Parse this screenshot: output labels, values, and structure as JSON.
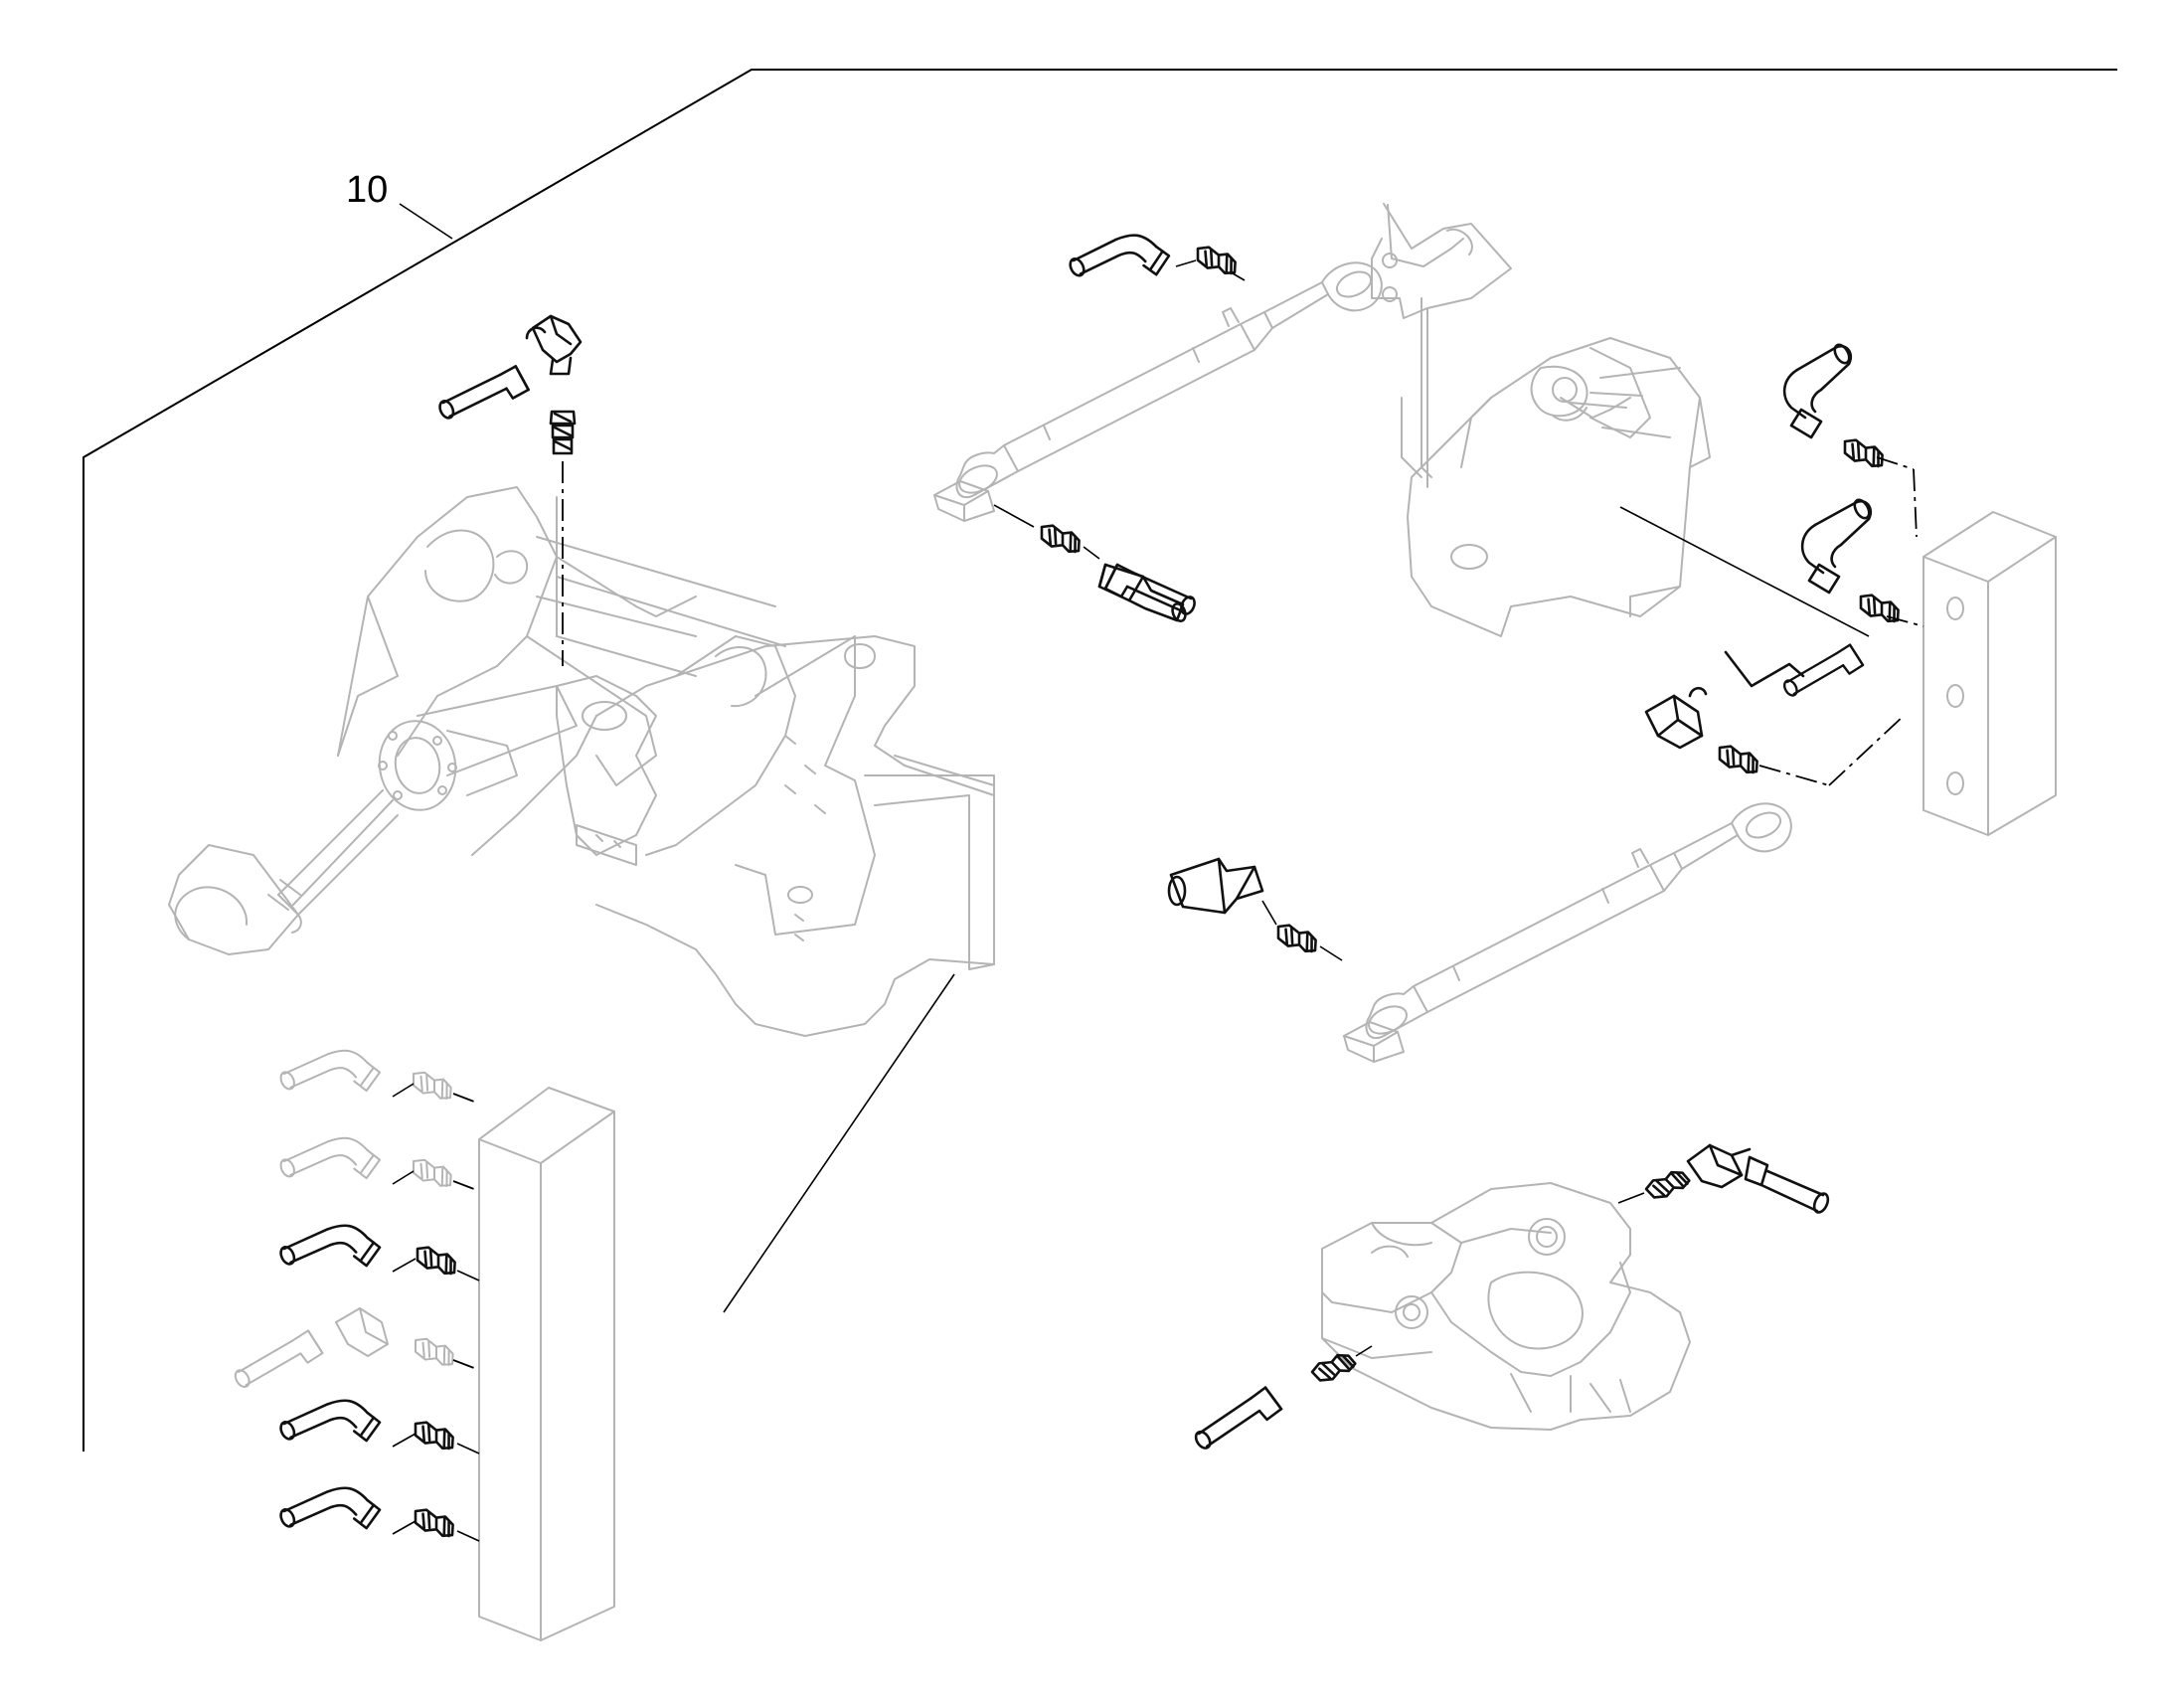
{
  "diagram": {
    "reference_number": "10",
    "colors": {
      "frame_line": "#000000",
      "component_outline": "#b4b4b4",
      "fitting_outline": "#111111",
      "background": "#ffffff"
    },
    "components": [
      "front-frame-assembly",
      "upper-hydraulic-cylinder",
      "lower-hydraulic-cylinder",
      "bracket-assembly",
      "right-manifold-block",
      "left-manifold-block",
      "swivel-housing"
    ]
  }
}
